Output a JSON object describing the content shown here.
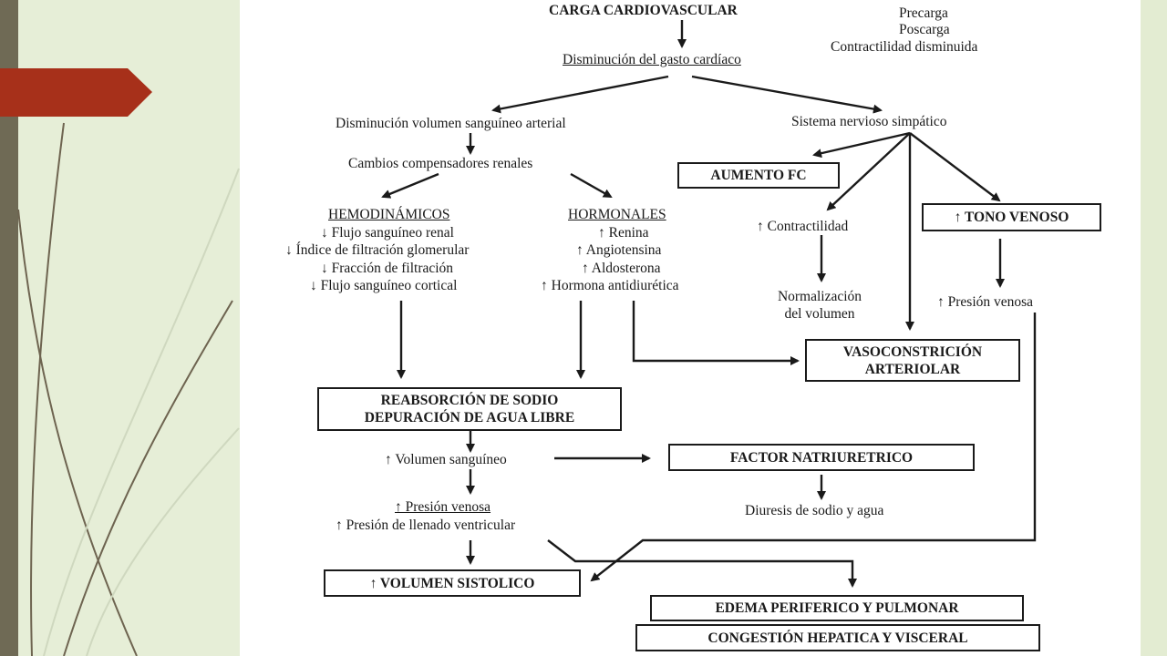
{
  "title": "CARGA CARDIOVASCULAR",
  "causes": [
    "Precarga",
    "Poscarga",
    "Contractilidad disminuida"
  ],
  "gasto": "Disminución del gasto cardíaco",
  "left_branch": "Disminución volumen sanguíneo arterial",
  "right_branch": "Sistema nervioso simpático",
  "renal": "Cambios compensadores renales",
  "hemo": {
    "title": "HEMODINÁMICOS",
    "items": [
      "↓ Flujo sanguíneo renal",
      "↓ Índice de filtración glomerular",
      "↓ Fracción de filtración",
      "↓  Flujo sanguíneo cortical"
    ]
  },
  "hormo": {
    "title": "HORMONALES",
    "items": [
      "↑ Renina",
      "↑ Angiotensina",
      "↑ Aldosterona",
      "↑ Hormona antidiurética"
    ]
  },
  "aumento_fc": "AUMENTO FC",
  "contractilidad": "↑ Contractilidad",
  "normalizacion": [
    "Normalización",
    "del volumen"
  ],
  "tono": "↑ TONO VENOSO",
  "presion_venosa_right": "↑ Presión venosa",
  "vaso": [
    "VASOCONSTRICIÓN",
    "ARTERIOLAR"
  ],
  "reabs": [
    "REABSORCIÓN DE SODIO",
    "DEPURACIÓN DE AGUA LIBRE"
  ],
  "volumen_sanguineo": "↑ Volumen sanguíneo",
  "factor": "FACTOR NATRIURETRICO",
  "diuresis": "Diuresis de sodio y agua",
  "presion_venosa": "↑ Presión venosa",
  "llenado": "↑  Presión de llenado ventricular",
  "sistolico": "↑  VOLUMEN SISTOLICO",
  "edema": "EDEMA PERIFERICO Y PULMONAR",
  "congestion": "CONGESTIÓN HEPATICA Y VISCERAL",
  "colors": {
    "sidebar": "#6f6a55",
    "ribbon": "#a7301a",
    "background": "#e6eed7",
    "swirl": "#6e6450"
  }
}
